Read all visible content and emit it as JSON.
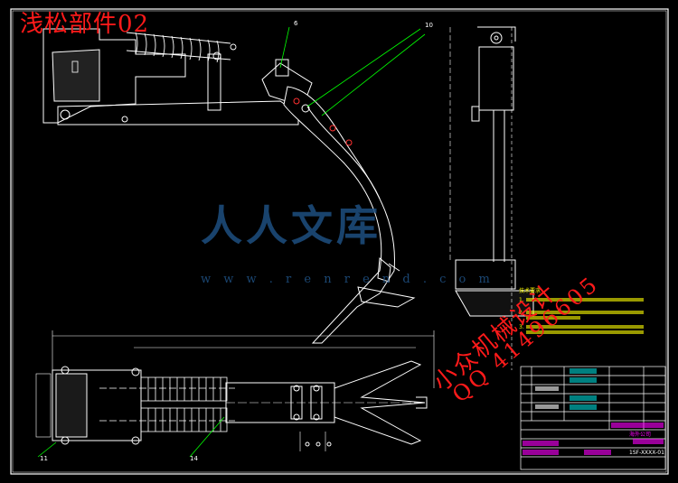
{
  "drawing": {
    "title_overlay": "浅松部件02",
    "watermark_logo": "人人文库",
    "watermark_url": "w w w . r e n r e n d . c o m",
    "watermark_designer": "小众机械设计",
    "watermark_qq": "QQ 41496605",
    "balloon_labels": [
      "6",
      "10",
      "11",
      "14"
    ],
    "tech_notes": [
      "技术要求",
      "1.",
      "2.",
      "3."
    ],
    "title_block": {
      "company": "海外公司",
      "drawing_no": "1SF-XXXX-01"
    }
  },
  "colors": {
    "background": "#000000",
    "lines": "#ffffff",
    "border": "#ffffff",
    "leader": "#00ff00",
    "title_text": "#ff1a1a",
    "watermark_blue": "#1e4f80",
    "magenta": "#ff00ff",
    "cyan": "#00ffff",
    "yellow": "#ffff00"
  }
}
